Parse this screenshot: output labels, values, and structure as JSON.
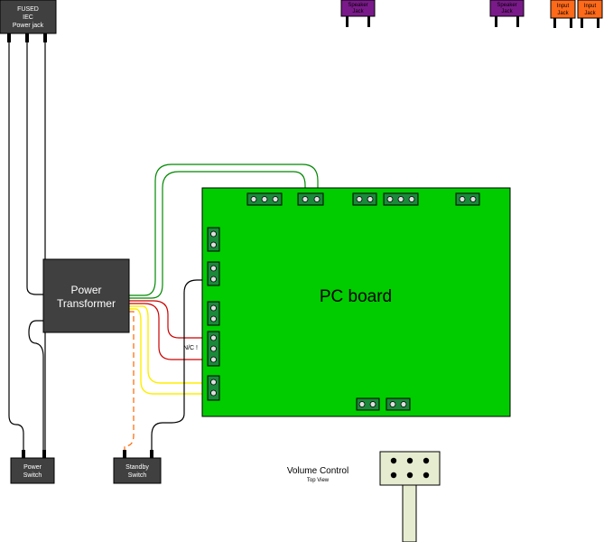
{
  "components": {
    "iec_jack": {
      "line1": "FUSED",
      "line2": "IEC",
      "line3": "Power jack"
    },
    "speaker_jack_1": {
      "line1": "Speaker",
      "line2": "Jack"
    },
    "speaker_jack_2": {
      "line1": "Speaker",
      "line2": "Jack"
    },
    "input_jack_1": {
      "line1": "Input",
      "line2": "Jack"
    },
    "input_jack_2": {
      "line1": "Input",
      "line2": "Jack"
    },
    "transformer": {
      "line1": "Power",
      "line2": "Transformer"
    },
    "pc_board": {
      "label": "PC board",
      "nc_label": "N/C !"
    },
    "power_switch": {
      "line1": "Power",
      "line2": "Switch"
    },
    "standby_switch": {
      "line1": "Standby",
      "line2": "Switch"
    },
    "volume_control": {
      "title": "Volume Control",
      "subtitle": "Top View"
    }
  },
  "colors": {
    "board_green": "#00cc00",
    "connector_green": "#1a8a3a",
    "dark_box": "#404040",
    "speaker_purple": "#7a1a8a",
    "input_orange": "#ff6a1a",
    "wire_green": "#008800",
    "wire_red": "#cc0000",
    "wire_yellow": "#ffee00",
    "wire_orange": "#ff6600",
    "pot_body": "#e6ecd0"
  }
}
